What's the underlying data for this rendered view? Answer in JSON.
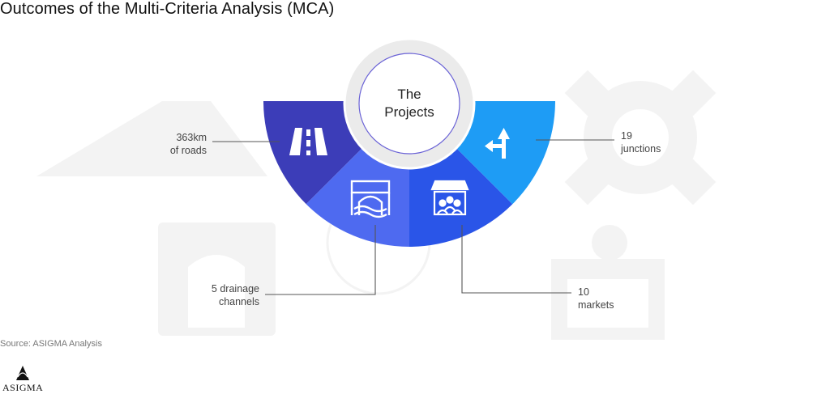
{
  "title": "Outcomes of the Multi-Criteria Analysis (MCA)",
  "center": {
    "line1": "The",
    "line2": "Projects"
  },
  "segments": [
    {
      "icon": "road-icon",
      "label_line1": "363km",
      "label_line2": "of roads",
      "color": "#3c3db8"
    },
    {
      "icon": "drainage-channel-icon",
      "label_line1": "5 drainage",
      "label_line2": "channels",
      "color": "#4e6af0"
    },
    {
      "icon": "market-icon",
      "label_line1": "10",
      "label_line2": "markets",
      "color": "#2a55e8"
    },
    {
      "icon": "junction-arrow-icon",
      "label_line1": "19",
      "label_line2": "junctions",
      "color": "#1e9cf5"
    }
  ],
  "source": "Source: ASIGMA Analysis",
  "logo": {
    "text": "ASIGMA",
    "icon": "asigma-logo-icon"
  }
}
